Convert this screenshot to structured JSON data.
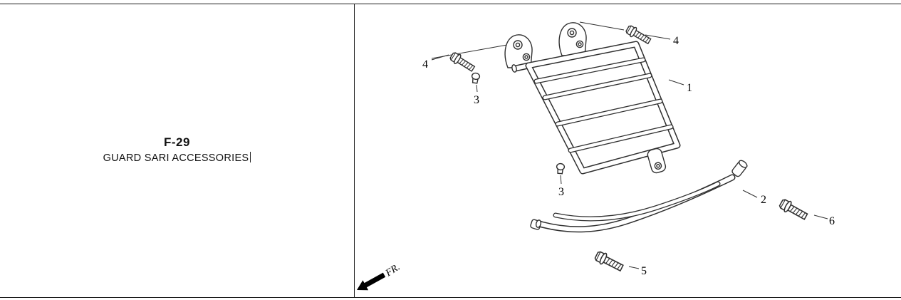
{
  "colors": {
    "background": "#ffffff",
    "line": "#2f2f2f",
    "text": "#000000"
  },
  "panel": {
    "figure_code": "F-29",
    "figure_title": "GUARD SARI ACCESSORIES"
  },
  "diagram": {
    "direction_label": "FR.",
    "parts": [
      {
        "ref": "1"
      },
      {
        "ref": "2"
      },
      {
        "ref": "3"
      },
      {
        "ref": "3"
      },
      {
        "ref": "4"
      },
      {
        "ref": "4"
      },
      {
        "ref": "5"
      },
      {
        "ref": "6"
      }
    ]
  }
}
